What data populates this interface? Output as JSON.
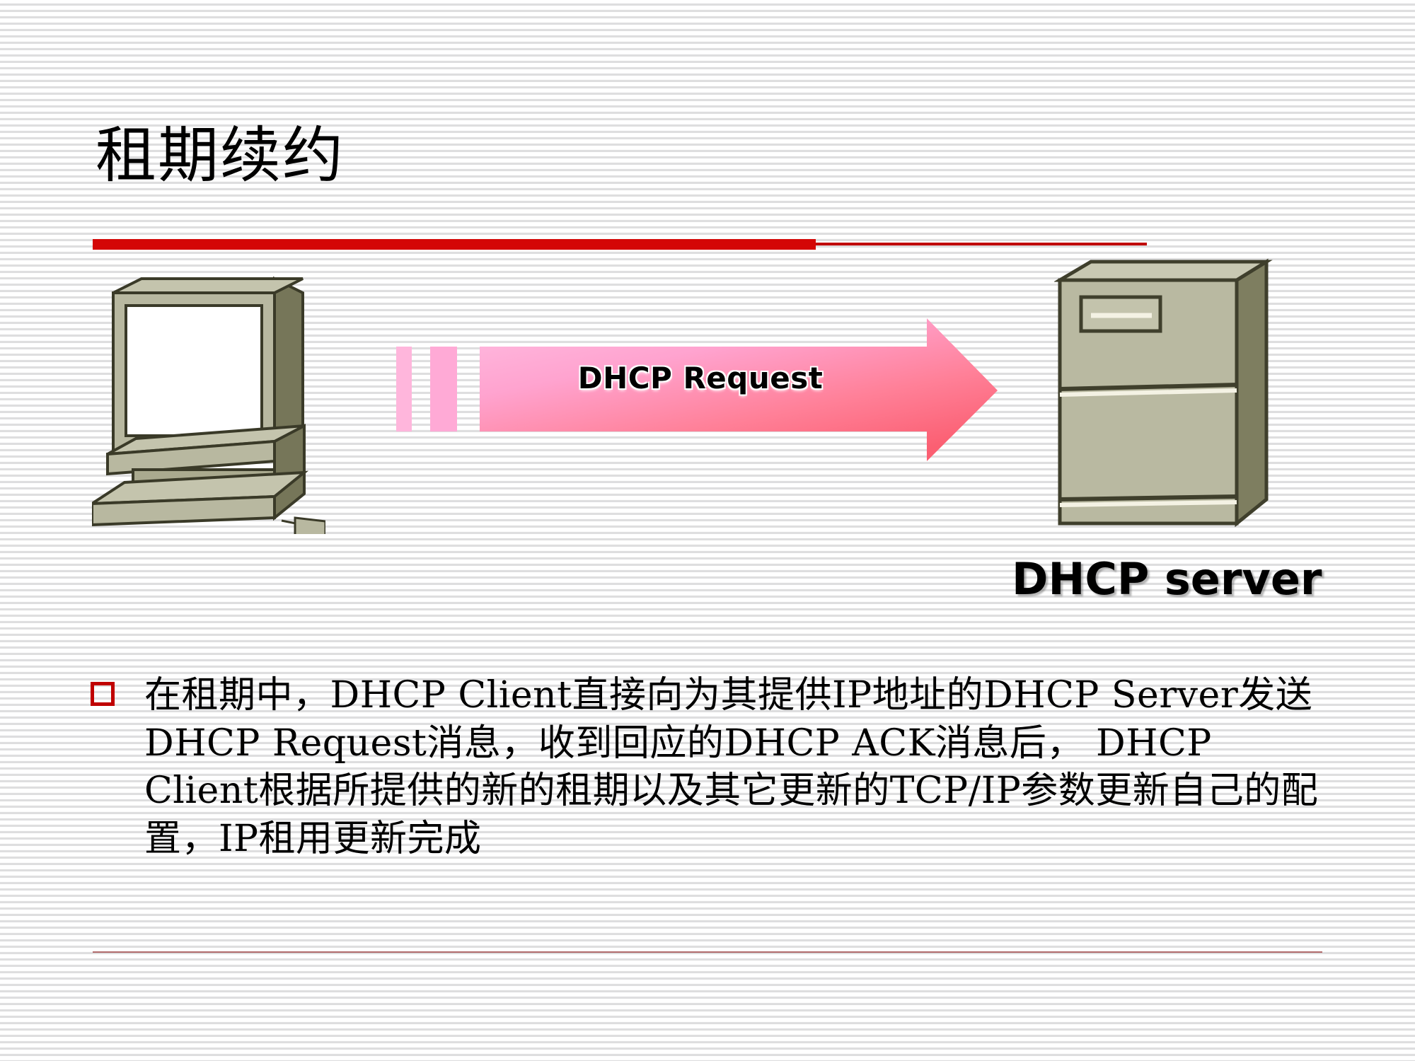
{
  "slide": {
    "title": "租期续约",
    "accent_color": "#d40606",
    "rule_color": "#c00000",
    "background": "#ffffff",
    "bottom_rule_color": "#b06a6a"
  },
  "diagram": {
    "client": {
      "icon": "desktop-computer-icon",
      "face_color": "#b8b8a0",
      "side_color": "#767659",
      "outline_color": "#3a3a28",
      "screen_color": "#ffffff"
    },
    "arrow": {
      "label": "DHCP Request",
      "direction": "right",
      "gradient_from": "#ffb3dd",
      "gradient_to": "#fc6a7c",
      "trail_color": "#ffafd8",
      "label_color": "#000000"
    },
    "server": {
      "icon": "server-tower-icon",
      "label": "DHCP server",
      "face_color": "#b9b9a1",
      "side_color": "#7e7e60",
      "top_color": "#c8c8b2",
      "outline_color": "#3f3f2c",
      "highlight_color": "#f4f2e4"
    }
  },
  "body": {
    "bullet_marker": "hollow-red-square",
    "bullet_marker_color": "#c00000",
    "text": "在租期中，DHCP Client直接向为其提供IP地址的DHCP Server发送DHCP Request消息，收到回应的DHCP ACK消息后， DHCP Client根据所提供的新的租期以及其它更新的TCP/IP参数更新自己的配置，IP租用更新完成"
  }
}
